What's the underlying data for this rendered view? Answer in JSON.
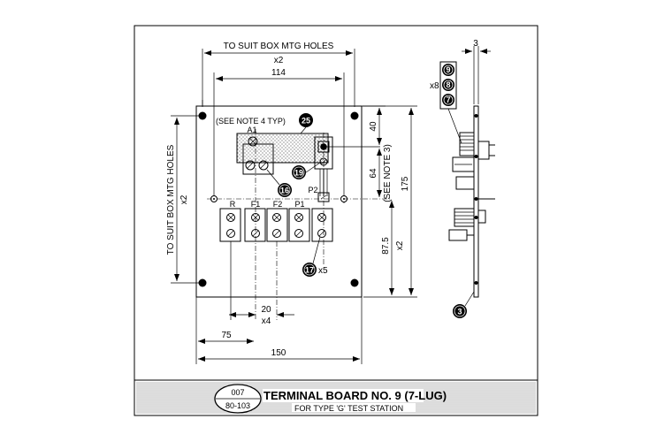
{
  "dimensions": {
    "to_suit_box_top": "TO SUIT BOX MTG HOLES",
    "x2_top": "x2",
    "d114": "114",
    "to_suit_box_left": "TO SUIT BOX MTG HOLES",
    "x2_left": "x2",
    "d40": "40",
    "d64": "64",
    "see_note_3": "(SEE NOTE 3)",
    "d175": "175",
    "d87_5": "87.5",
    "x2_right": "x2",
    "d20": "20",
    "x4": "x4",
    "d75": "75",
    "d150": "150",
    "d3": "3",
    "x8": "x8"
  },
  "notes": {
    "see_note_4": "(SEE NOTE 4 TYP)"
  },
  "terminals": {
    "a1": "A1",
    "p2": "P2",
    "r": "R",
    "f1": "F1",
    "f2": "F2",
    "p1": "P1"
  },
  "callouts": {
    "c25": "25",
    "c19": "19",
    "c16": "16",
    "c17": "17",
    "c17_qty": "x5",
    "c9": "9",
    "c8": "8",
    "c7": "7",
    "c3": "3"
  },
  "title_block": {
    "drawing_no": "007",
    "ref_no": "80-103",
    "title": "TERMINAL BOARD NO. 9 (7-LUG)",
    "subtitle": "FOR TYPE 'G' TEST STATION"
  }
}
